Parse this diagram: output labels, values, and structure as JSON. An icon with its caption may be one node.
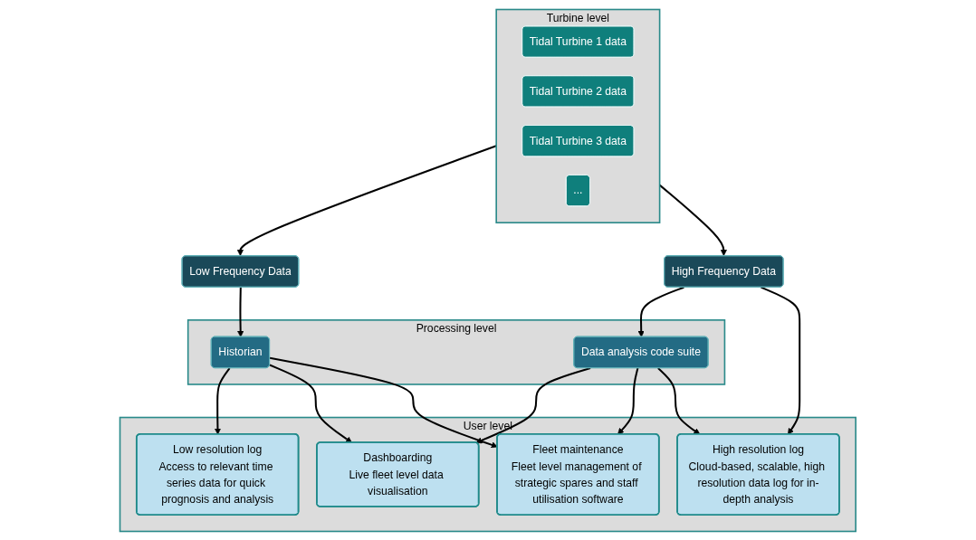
{
  "diagram": {
    "nodes": [
      {
        "text": [
          "Turbine level"
        ]
      },
      {
        "text": [
          "Tidal Turbine 1 data"
        ],
        "in": 0
      },
      {
        "text": [
          "Tidal Turbine 2 data"
        ],
        "in": 0
      },
      {
        "text": [
          "Tidal Turbine 3 data"
        ],
        "in": 0
      },
      {
        "text": [
          "..."
        ],
        "in": 0
      },
      {
        "text": [
          "Low Frequency Data"
        ]
      },
      {
        "text": [
          "High Frequency Data"
        ]
      },
      {
        "text": [
          "Processing level"
        ]
      },
      {
        "text": [
          "Historian"
        ],
        "in": 7
      },
      {
        "text": [
          "Data analysis code suite"
        ],
        "in": 7
      },
      {
        "text": [
          "User level"
        ]
      },
      {
        "text": [
          "Low resolution log",
          "Access to relevant time series data for quick prognosis and analysis"
        ],
        "in": 10
      },
      {
        "text": [
          "Dashboarding",
          "Live fleet level data visualisation"
        ],
        "in": 10
      },
      {
        "text": [
          "Fleet maintenance",
          "Fleet level management of strategic spares and staff utilisation software"
        ],
        "in": 10
      },
      {
        "text": [
          "High resolution log",
          "Cloud-based, scalable, high resolution data log for in-depth analysis"
        ],
        "in": 10
      }
    ],
    "edges": [
      {
        "from": 0,
        "to": 5,
        "arrow": "to"
      },
      {
        "from": 0,
        "to": 6,
        "arrow": "to"
      },
      {
        "from": 5,
        "to": 8,
        "arrow": "to"
      },
      {
        "from": 6,
        "to": 9,
        "arrow": "to"
      },
      {
        "from": 6,
        "to": 14,
        "arrow": "to"
      },
      {
        "from": 8,
        "to": 11,
        "arrow": "to"
      },
      {
        "from": 8,
        "to": 12,
        "arrow": "to"
      },
      {
        "from": 8,
        "to": 13,
        "arrow": "to"
      },
      {
        "from": 9,
        "to": 12,
        "arrow": "to"
      },
      {
        "from": 9,
        "to": 13,
        "arrow": "to"
      },
      {
        "from": 9,
        "to": 14,
        "arrow": "to"
      }
    ]
  }
}
